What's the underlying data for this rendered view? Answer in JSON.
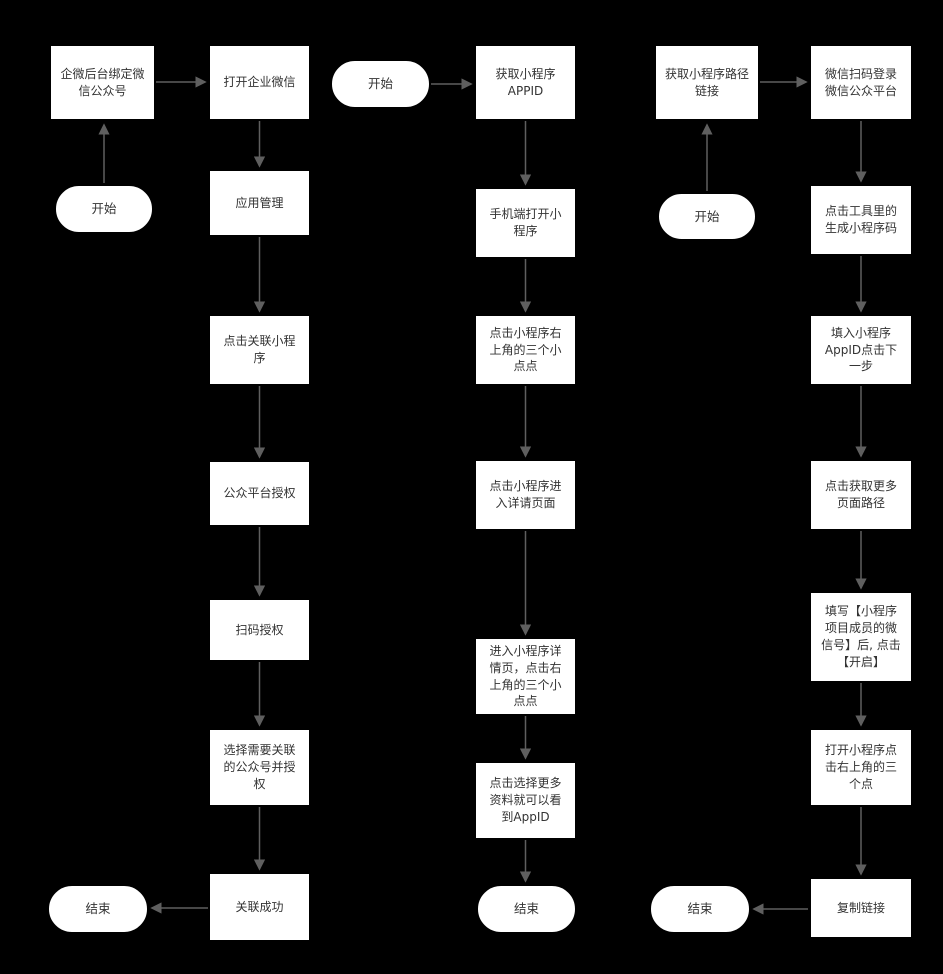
{
  "colors": {
    "background": "#000000",
    "node_fill": "#ffffff",
    "node_border": "#000000",
    "text_color": "#333333",
    "arrow_color": "#5f5f5f"
  },
  "flows": [
    {
      "name": "link-miniprogram-to-official-account",
      "start": "开始",
      "end": "结束",
      "steps": [
        "企微后台绑定微信公众号",
        "打开企业微信",
        "应用管理",
        "点击关联小程序",
        "公众平台授权",
        "扫码授权",
        "选择需要关联的公众号并授权",
        "关联成功"
      ],
      "edges": [
        [
          "start",
          "s0"
        ],
        [
          "s0",
          "s1"
        ],
        [
          "s1",
          "s2"
        ],
        [
          "s2",
          "s3"
        ],
        [
          "s3",
          "s4"
        ],
        [
          "s4",
          "s5"
        ],
        [
          "s5",
          "s6"
        ],
        [
          "s6",
          "s7"
        ],
        [
          "s7",
          "end"
        ]
      ]
    },
    {
      "name": "get-miniprogram-appid",
      "start": "开始",
      "end": "结束",
      "steps": [
        "获取小程序APPID",
        "手机端打开小程序",
        "点击小程序右上角的三个小点点",
        "点击小程序进入详请页面",
        "进入小程序详情页，点击右上角的三个小点点",
        "点击选择更多资料就可以看到AppID"
      ],
      "edges": [
        [
          "start",
          "s0"
        ],
        [
          "s0",
          "s1"
        ],
        [
          "s1",
          "s2"
        ],
        [
          "s2",
          "s3"
        ],
        [
          "s3",
          "s4"
        ],
        [
          "s4",
          "s5"
        ],
        [
          "s5",
          "end"
        ]
      ]
    },
    {
      "name": "get-miniprogram-path-link",
      "start": "开始",
      "end": "结束",
      "steps": [
        "获取小程序路径链接",
        "微信扫码登录微信公众平台",
        "点击工具里的生成小程序码",
        "填入小程序AppID点击下一步",
        "点击获取更多页面路径",
        "填写【小程序项目成员的微信号】后, 点击【开启】",
        "打开小程序点击右上角的三个点",
        "复制链接"
      ],
      "edges": [
        [
          "start",
          "s0"
        ],
        [
          "s0",
          "s1"
        ],
        [
          "s1",
          "s2"
        ],
        [
          "s2",
          "s3"
        ],
        [
          "s3",
          "s4"
        ],
        [
          "s4",
          "s5"
        ],
        [
          "s5",
          "s6"
        ],
        [
          "s6",
          "s7"
        ],
        [
          "s7",
          "end"
        ]
      ]
    }
  ]
}
